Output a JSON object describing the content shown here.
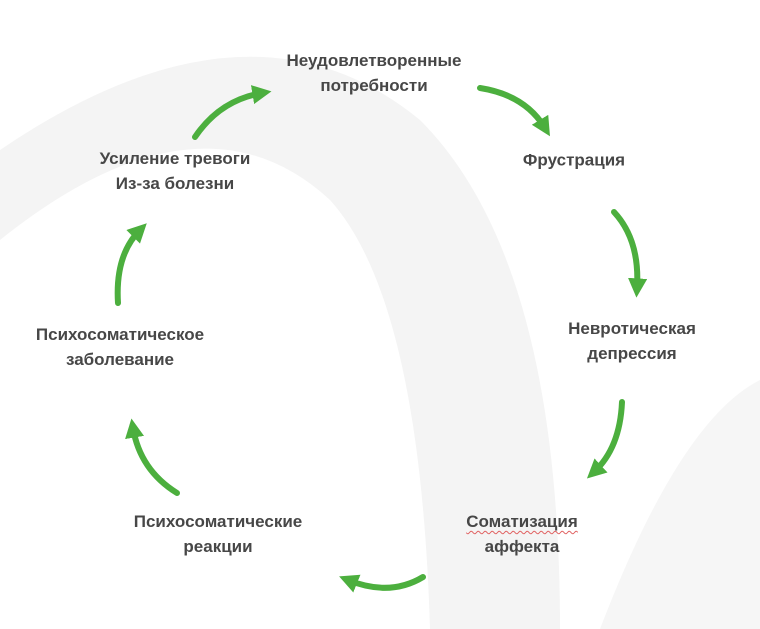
{
  "diagram": {
    "title": "Psychosomatic cycle",
    "arrow_color": "#4caf3e",
    "nodes": [
      {
        "line1": "Неудовлетворенные",
        "line2": "потребности"
      },
      {
        "line1": "Фрустрация",
        "line2": ""
      },
      {
        "line1": "Невротическая",
        "line2": "депрессия"
      },
      {
        "line1": "Соматизация",
        "line2": "аффекта"
      },
      {
        "line1": "Психосоматические",
        "line2": "реакции"
      },
      {
        "line1": "Психосоматическое",
        "line2": "заболевание"
      },
      {
        "line1": "Усиление тревоги",
        "line2": "Из-за болезни"
      }
    ]
  }
}
